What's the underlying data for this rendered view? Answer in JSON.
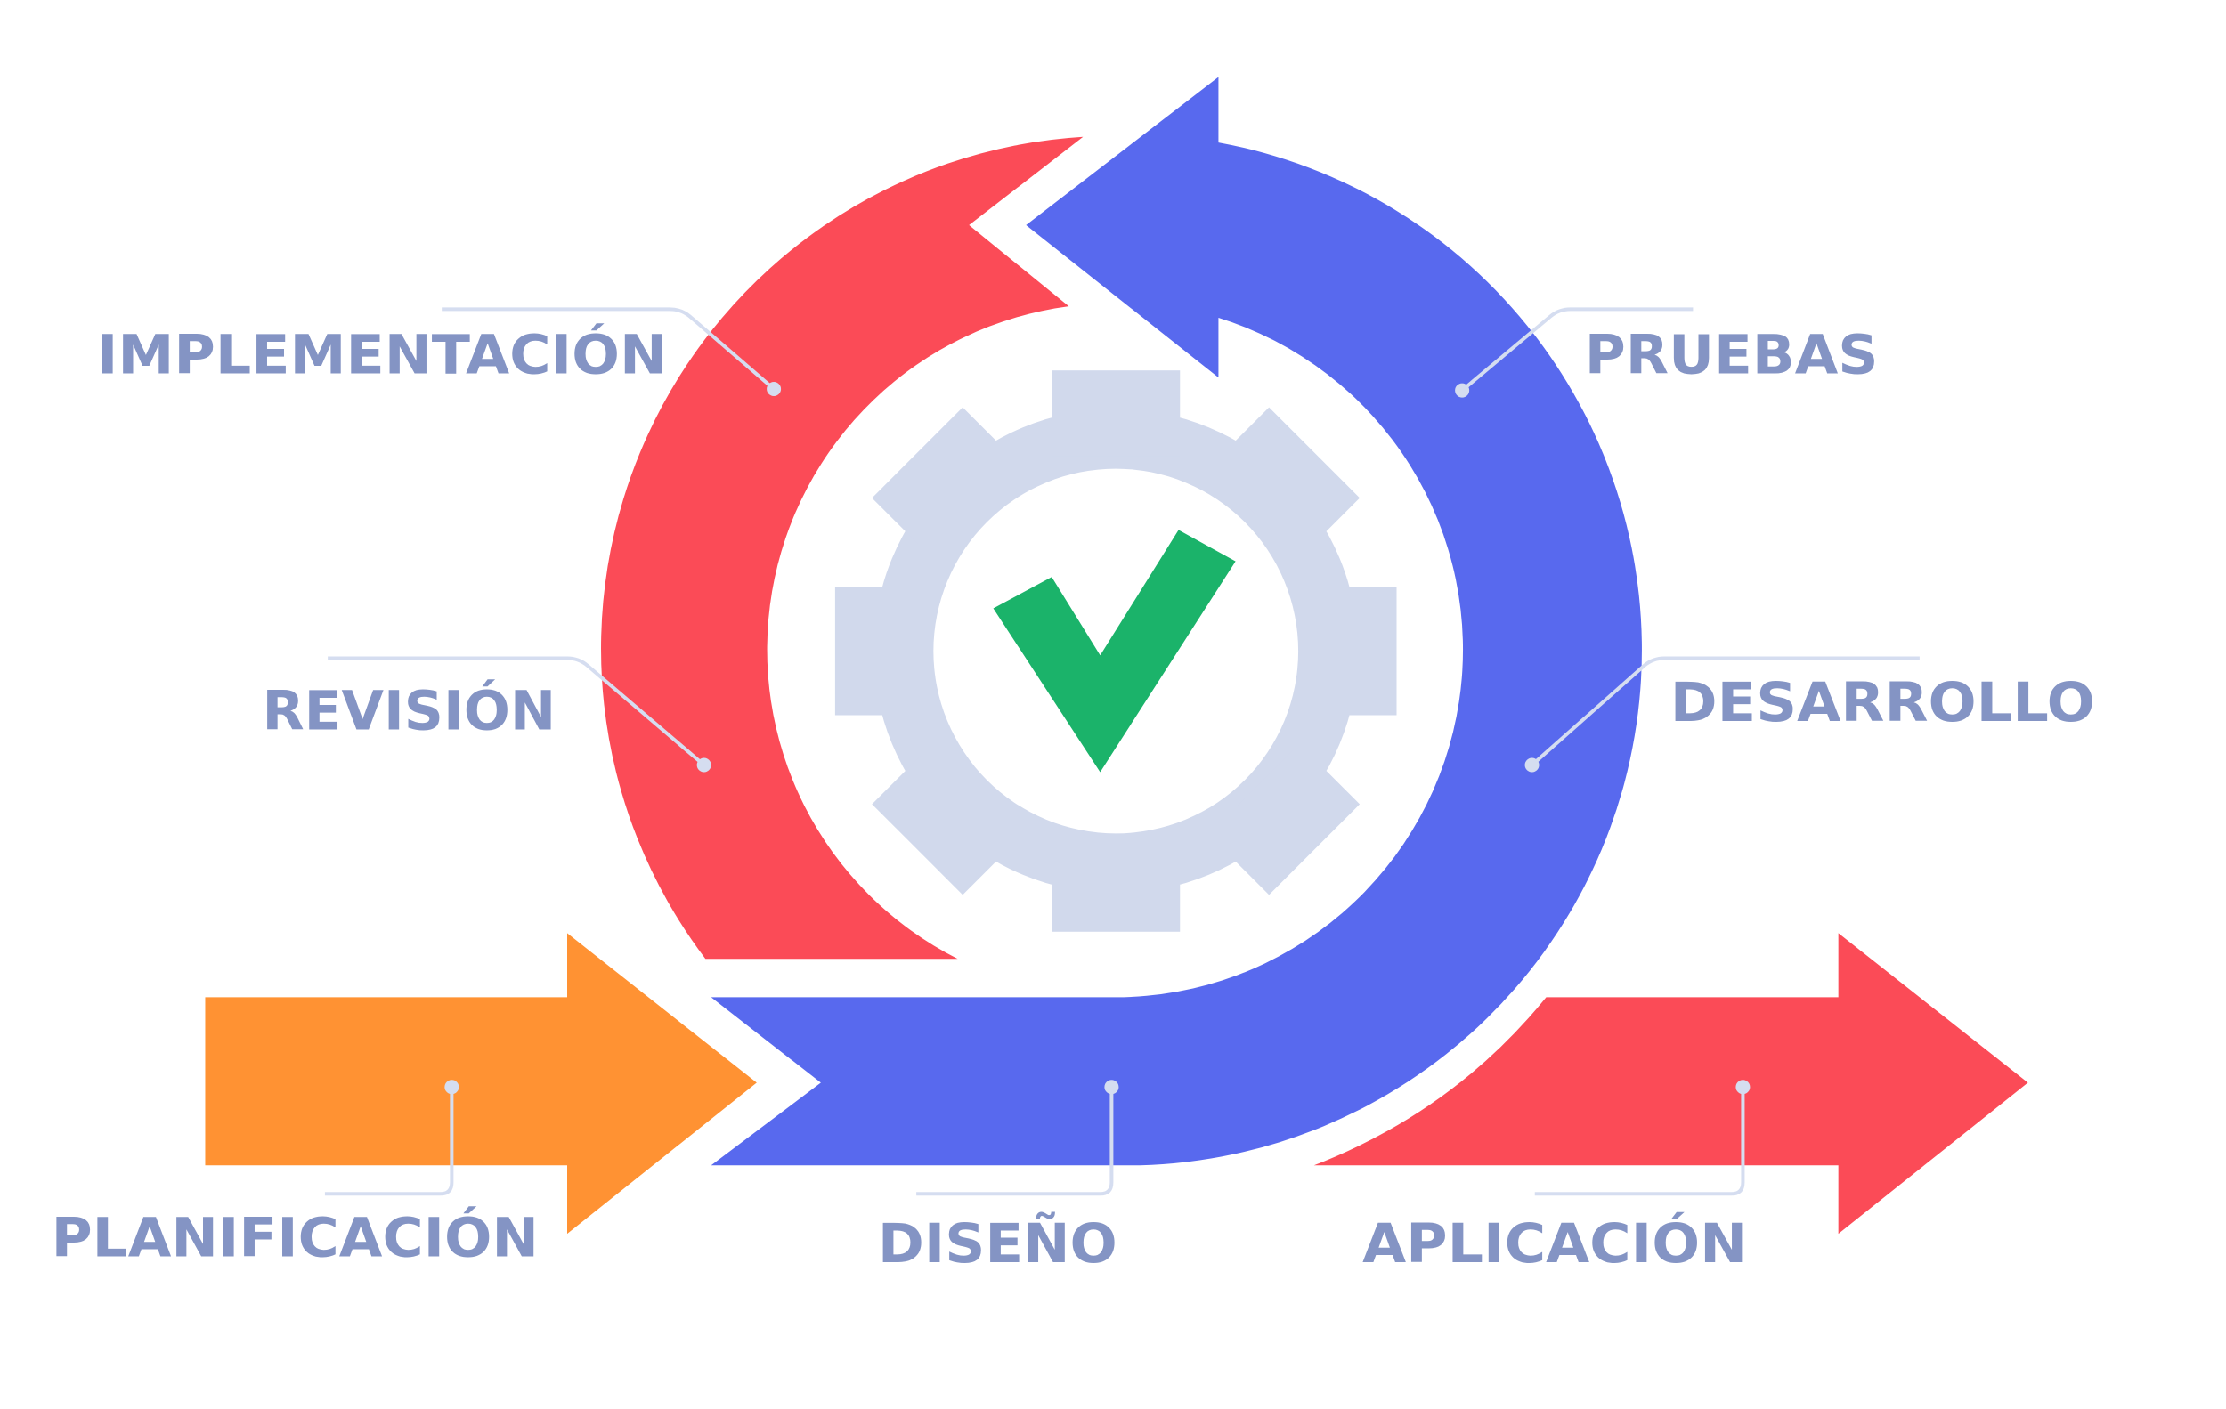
{
  "colors": {
    "red": "#FB4B57",
    "blue": "#5869EE",
    "orange": "#FF9233",
    "gear": "#D1D9EC",
    "check": "#1BB36A",
    "label": "#8494C4",
    "leader": "#D5DDF0"
  },
  "labels": {
    "implementacion": "IMPLEMENTACIÓN",
    "revision": "REVISIÓN",
    "pruebas": "PRUEBAS",
    "desarrollo": "DESARROLLO",
    "planificacion": "PLANIFICACIÓN",
    "diseno": "DISEÑO",
    "aplicacion": "APLICACIÓN"
  },
  "center_icon": "gear-with-checkmark-icon"
}
